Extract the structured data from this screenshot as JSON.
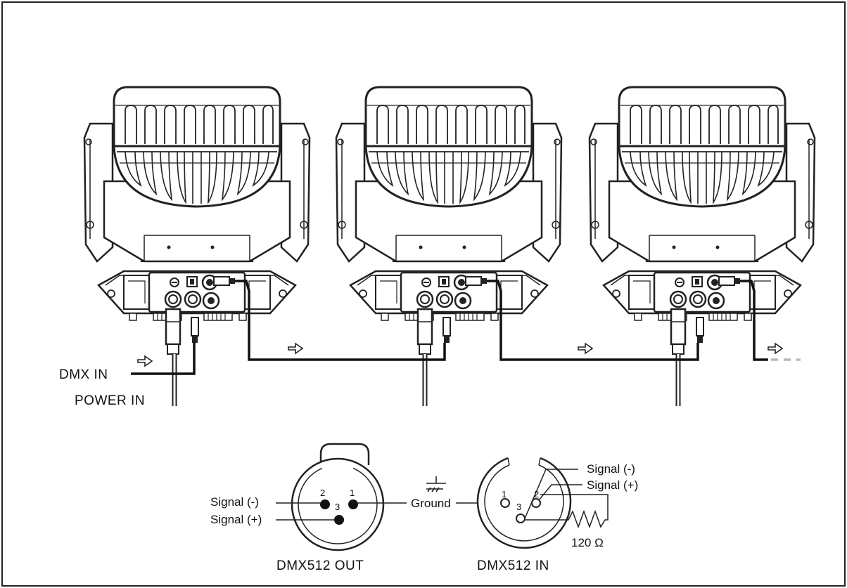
{
  "diagram": {
    "fixture_count": 3,
    "labels": {
      "dmx_in": "DMX IN",
      "power_in": "POWER IN"
    },
    "connector_out": {
      "title": "DMX512 OUT",
      "signal_minus": "Signal (-)",
      "signal_plus": "Signal (+)",
      "ground": "Ground",
      "pin1": "1",
      "pin2": "2",
      "pin3": "3"
    },
    "connector_in": {
      "title": "DMX512 IN",
      "signal_minus": "Signal (-)",
      "signal_plus": "Signal (+)",
      "pin1": "1",
      "pin2": "2",
      "pin3": "3",
      "resistor": "120 Ω"
    }
  }
}
